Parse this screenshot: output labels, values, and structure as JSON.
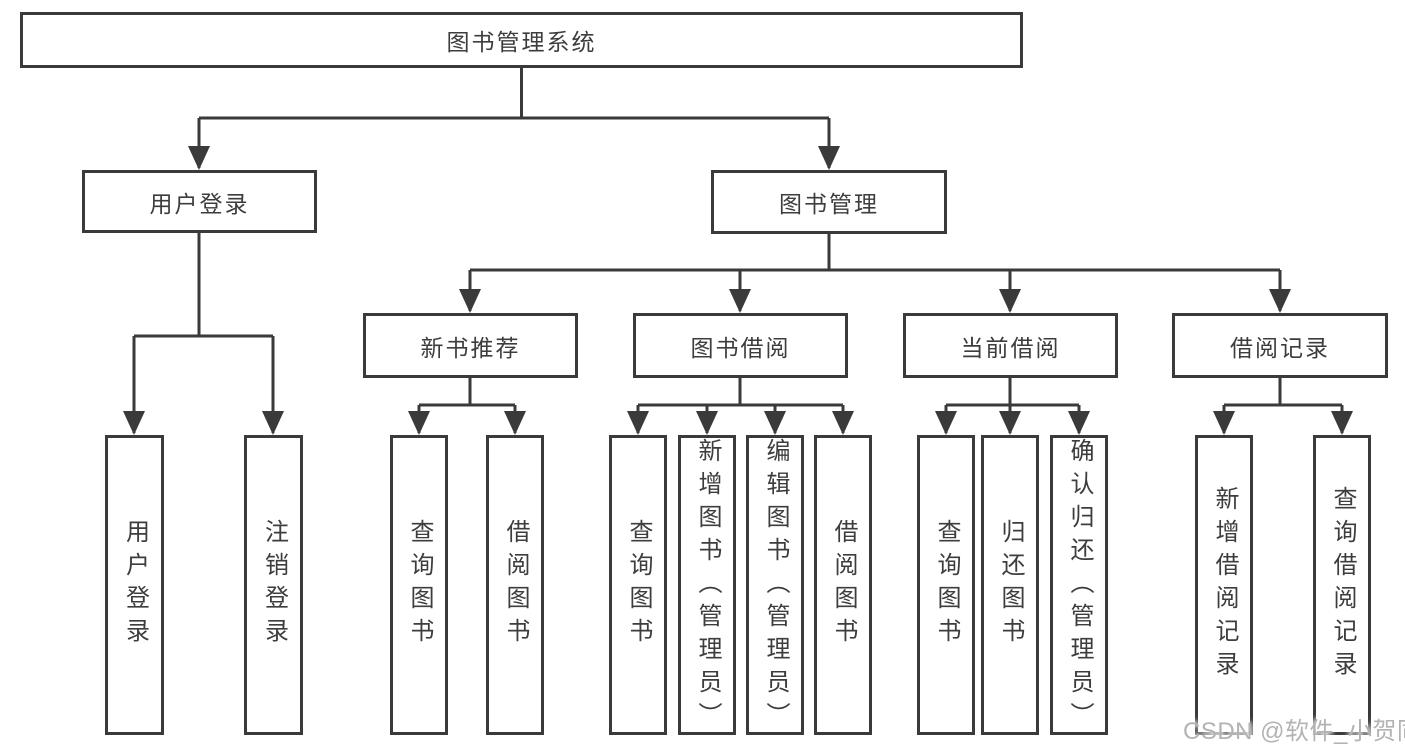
{
  "diagram": {
    "root": {
      "label": "图书管理系统"
    },
    "branches": [
      {
        "label": "用户登录",
        "children": [
          {
            "label": "用户登录"
          },
          {
            "label": "注销登录"
          }
        ]
      },
      {
        "label": "图书管理",
        "children": [
          {
            "label": "新书推荐",
            "children": [
              {
                "label": "查询图书"
              },
              {
                "label": "借阅图书"
              }
            ]
          },
          {
            "label": "图书借阅",
            "children": [
              {
                "label": "查询图书"
              },
              {
                "label": "新增图书（管理员）"
              },
              {
                "label": "编辑图书（管理员）"
              },
              {
                "label": "借阅图书"
              }
            ]
          },
          {
            "label": "当前借阅",
            "children": [
              {
                "label": "查询图书"
              },
              {
                "label": "归还图书"
              },
              {
                "label": "确认归还（管理员）"
              }
            ]
          },
          {
            "label": "借阅记录",
            "children": [
              {
                "label": "新增借阅记录"
              },
              {
                "label": "查询借阅记录"
              }
            ]
          }
        ]
      }
    ]
  },
  "watermark": {
    "text": "CSDN @软件_小贺同学"
  },
  "colors": {
    "line": "#3a3a3a",
    "text": "#3d3d3d",
    "watermark": "#b3b3b3",
    "background": "#ffffff"
  }
}
